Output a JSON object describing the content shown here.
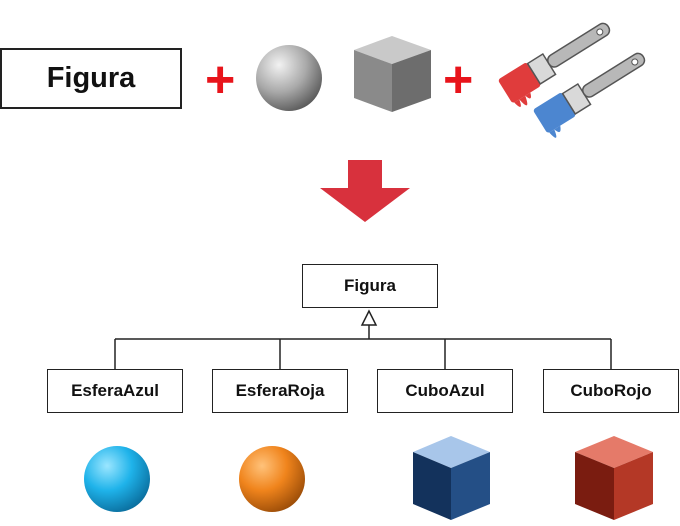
{
  "top_row": {
    "class_label": "Figura",
    "operators": [
      "+",
      "+"
    ]
  },
  "hierarchy": {
    "parent": "Figura",
    "children": [
      "EsferaAzul",
      "EsferaRoja",
      "CuboAzul",
      "CuboRojo"
    ]
  },
  "colors": {
    "plus": "#e8141b",
    "arrow": "#d8313d",
    "brush_red": "#e03c3c",
    "brush_blue": "#4c86d0",
    "sphere_blue": "#1fb3ea",
    "sphere_orange": "#f0841c",
    "cube_blue": "#244f86",
    "cube_red": "#b43826"
  }
}
